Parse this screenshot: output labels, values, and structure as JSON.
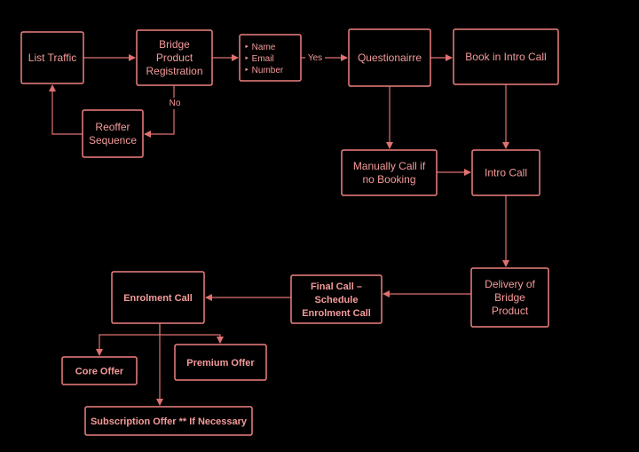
{
  "colors": {
    "background": "#000000",
    "node_stroke": "#f08080",
    "edge": "#e07070",
    "text": "#f59a9a"
  },
  "nodes": {
    "list_traffic": [
      "List Traffic"
    ],
    "bridge_registration": [
      "Bridge",
      "Product",
      "Registration"
    ],
    "contact_fields": [
      "‣ Name",
      "‣ Email",
      "‣ Number"
    ],
    "questionnaire": [
      "Questionairre"
    ],
    "book_intro": [
      "Book in Intro Call"
    ],
    "reoffer": [
      "Reoffer",
      "Sequence"
    ],
    "manual_call": [
      "Manually Call if",
      "no Booking"
    ],
    "intro_call": [
      "Intro Call"
    ],
    "delivery": [
      "Delivery of",
      "Bridge",
      "Product"
    ],
    "final_call": [
      "Final Call –",
      "Schedule",
      "Enrolment Call"
    ],
    "enrolment_call": [
      "Enrolment Call"
    ],
    "core_offer": [
      "Core Offer"
    ],
    "premium_offer": [
      "Premium Offer"
    ],
    "subscription_offer": [
      "Subscription Offer ** If Necessary"
    ]
  },
  "edge_labels": {
    "yes": "Yes",
    "no": "No"
  }
}
